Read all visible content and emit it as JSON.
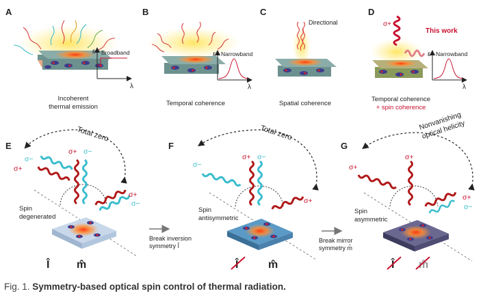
{
  "panels": {
    "A": {
      "letter": "A",
      "plot_label": "Broadband",
      "caption_lines": [
        "Incoherent",
        "thermal emission"
      ],
      "ylabel": "ε",
      "xlabel": "λ"
    },
    "B": {
      "letter": "B",
      "plot_label": "Narrowband",
      "caption": "Temporal coherence",
      "ylabel": "ε",
      "xlabel": "λ"
    },
    "C": {
      "letter": "C",
      "top_label": "Directional",
      "caption": "Spatial coherence"
    },
    "D": {
      "letter": "D",
      "badge": "This work",
      "sigma_label": "σ+",
      "plot_label": "Narrowband",
      "caption": "Temporal coherence",
      "caption_red": "+ spin coherence",
      "ylabel": "ε",
      "xlabel": "λ"
    },
    "E": {
      "letter": "E",
      "arc_label": "Total zero",
      "sigma_plus": "σ+",
      "sigma_minus": "σ−",
      "spin_lines": [
        "Spin",
        "degenerated"
      ],
      "symbols": [
        "Î",
        "m̂"
      ]
    },
    "F": {
      "letter": "F",
      "arc_label": "Total zero",
      "sigma_plus": "σ+",
      "sigma_minus": "σ−",
      "spin_lines": [
        "Spin",
        "antisymmetric"
      ],
      "symbols": [
        "Î",
        "m̂"
      ],
      "arrow_lines": [
        "Break inversion",
        "symmetry Î"
      ]
    },
    "G": {
      "letter": "G",
      "arc_label_lines": [
        "Nonvanishing",
        "optical helicity"
      ],
      "sigma_plus": "σ+",
      "sigma_minus": "σ−",
      "spin_lines": [
        "Spin",
        "asymmetric"
      ],
      "symbols": [
        "Î",
        "m̂"
      ],
      "arrow_lines": [
        "Break mirror",
        "symmetry m̂"
      ]
    }
  },
  "caption": {
    "number": "Fig. 1.",
    "title": "Symmetry-based optical spin control of thermal radiation."
  },
  "colors": {
    "red": "#c8102e",
    "cyan": "#39bccd",
    "dark_red": "#8c1010",
    "glow": "#ffd84a",
    "slab_top": "#6f9391",
    "slab_blue": "#4f88b0",
    "slab_purple": "#5a5678"
  }
}
